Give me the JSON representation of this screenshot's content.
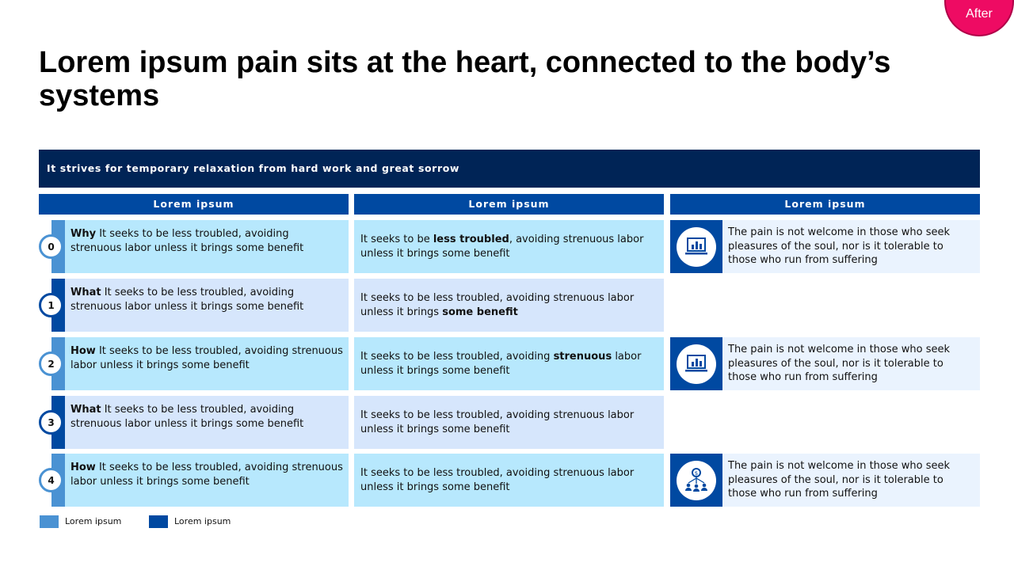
{
  "badge": "After",
  "title": "Lorem ipsum pain sits at the heart, connected to the body’s systems",
  "banner": "It strives for temporary relaxation from hard work and great sorrow",
  "column_headers": [
    "Lorem ipsum",
    "Lorem ipsum",
    "Lorem ipsum"
  ],
  "rows": [
    {
      "num": "0",
      "lead": "Why",
      "text": " It seeks to be less troubled, avoiding strenuous labor unless it brings some benefit",
      "c2_pre": "It seeks to be ",
      "c2_bold": "less troubled",
      "c2_post": ", avoiding strenuous labor unless it brings some benefit",
      "c3": "The pain is not welcome in those who seek pleasures of the soul, nor is it tolerable to those who run from suffering",
      "icon": "laptop-chart-icon"
    },
    {
      "num": "1",
      "lead": "What",
      "text": " It seeks to be less troubled, avoiding strenuous labor unless it brings some benefit",
      "c2_pre": "It seeks to be less troubled, avoiding strenuous labor unless it brings ",
      "c2_bold": "some benefit",
      "c2_post": ""
    },
    {
      "num": "2",
      "lead": "How",
      "text": " It seeks to be less troubled, avoiding strenuous labor unless it brings some benefit",
      "c2_pre": "It seeks to be less troubled, avoiding ",
      "c2_bold": "strenuous",
      "c2_post": " labor unless it brings some benefit",
      "c3": "The pain is not welcome in those who seek pleasures of the soul, nor is it tolerable to those who run from suffering",
      "icon": "laptop-chart-icon"
    },
    {
      "num": "3",
      "lead": "What",
      "text": " It seeks to be less troubled, avoiding strenuous labor unless it brings some benefit",
      "c2_pre": "It seeks to be less troubled, avoiding strenuous labor unless it brings some benefit",
      "c2_bold": "",
      "c2_post": ""
    },
    {
      "num": "4",
      "lead": "How",
      "text": " It seeks to be less troubled, avoiding strenuous labor unless it brings some benefit",
      "c2_pre": "It seeks to be less troubled, avoiding strenuous labor unless it brings some benefit",
      "c2_bold": "",
      "c2_post": "",
      "c3": "The pain is not welcome in those who seek pleasures of the soul, nor is it tolerable to those who run from suffering",
      "icon": "money-network-icon"
    }
  ],
  "legend": [
    {
      "label": "Lorem ipsum",
      "color": "#4a92d3"
    },
    {
      "label": "Lorem ipsum",
      "color": "#0049a1"
    }
  ],
  "colors": {
    "dark": "#002456",
    "accent": "#0049a1",
    "light_accent": "#4a92d3",
    "badge": "#ee0b63"
  }
}
